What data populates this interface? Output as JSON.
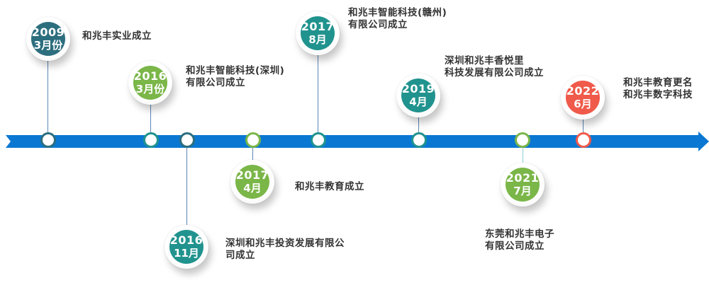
{
  "colors": {
    "bar": "#0a78d2",
    "dark_teal": "#2d6e7e",
    "teal": "#21938e",
    "green": "#7ab648",
    "red": "#f05a4a",
    "caption_text": "#333333"
  },
  "events": [
    {
      "id": "e2009",
      "year": "2009",
      "month": "3月份",
      "caption": "和兆丰实业成立",
      "color": "dark_teal"
    },
    {
      "id": "e2016a",
      "year": "2016",
      "month": "3月份",
      "caption": "和兆丰智能科技(深圳)\n有限公司成立",
      "color": "green"
    },
    {
      "id": "e2016b",
      "year": "2016",
      "month": "11月",
      "caption": "深圳和兆丰投资发展有限公\n司成立",
      "color": "teal"
    },
    {
      "id": "e2017a",
      "year": "2017",
      "month": "4月",
      "caption": "和兆丰教育成立",
      "color": "green"
    },
    {
      "id": "e2017b",
      "year": "2017",
      "month": "8月",
      "caption": "和兆丰智能科技(赣州)\n有限公司成立",
      "color": "teal"
    },
    {
      "id": "e2019",
      "year": "2019",
      "month": "4月",
      "caption": "深圳和兆丰香悦里\n科技发展有限公司成立",
      "color": "teal"
    },
    {
      "id": "e2021",
      "year": "2021",
      "month": "7月",
      "caption": "东莞和兆丰电子\n有限公司成立",
      "color": "green"
    },
    {
      "id": "e2022",
      "year": "2022",
      "month": "6月",
      "caption": "和兆丰教育更名\n和兆丰数字科技",
      "color": "red"
    }
  ]
}
